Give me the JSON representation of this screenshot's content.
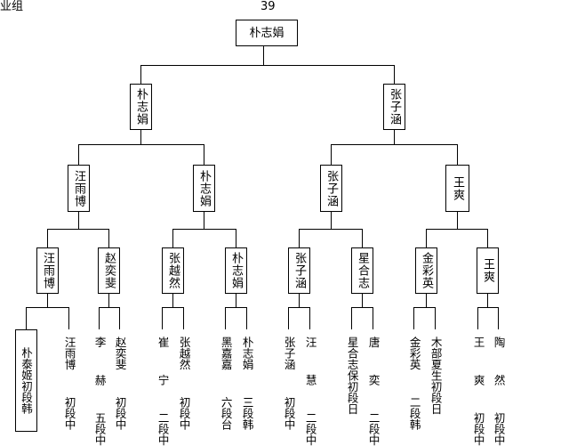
{
  "header": {
    "group_label": "业组",
    "page_number": "39"
  },
  "bracket": {
    "winner": "朴志娟",
    "final": [
      "朴志娟",
      "张子涵"
    ],
    "semifinal": [
      "汪雨博",
      "朴志娟",
      "张子涵",
      "王爽"
    ],
    "quarterfinal": [
      "汪雨博",
      "赵奕斐",
      "张越然",
      "朴志娟",
      "张子涵",
      "星合志",
      "金彩英",
      "王爽"
    ],
    "entrants": [
      "朴泰姬初段韩",
      "汪雨博  初段中",
      "李  赫  五段中",
      "赵奕斐  初段中",
      "崔  宁  二段中",
      "张越然  初段中",
      "黑嘉嘉  六段台",
      "朴志娟  三段韩",
      "张子涵  初段中",
      "汪  慧  二段中",
      "星合志保初段日",
      "唐  奕  二段中",
      "金彩英  二段韩",
      "木部夏生初段日",
      "王  爽  初段中",
      "陶  然  初段中"
    ]
  }
}
